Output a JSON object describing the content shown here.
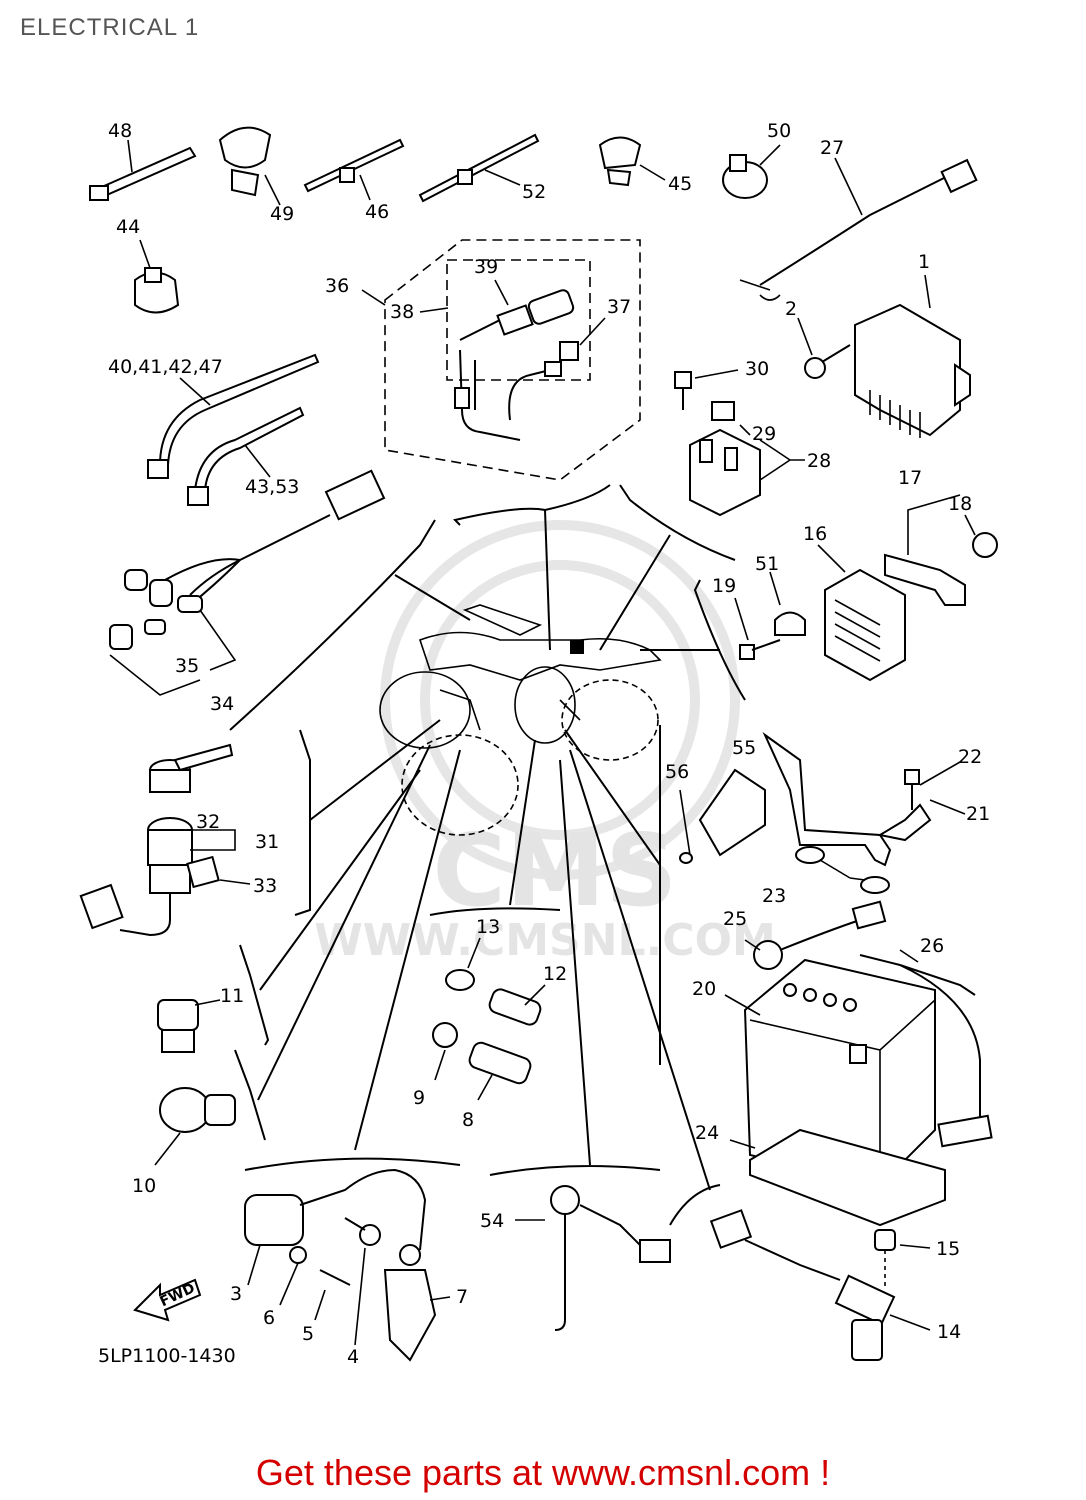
{
  "title": "ELECTRICAL 1",
  "diagram_code": "5LP1100-1430",
  "fwd_label": "FWD",
  "watermark": "WWW.CMSNL.COM",
  "watermark_logo": "CMS",
  "footer": "Get these parts at www.cmsnl.com !",
  "callouts": [
    {
      "id": "c48",
      "text": "48"
    },
    {
      "id": "c49",
      "text": "49"
    },
    {
      "id": "c46",
      "text": "46"
    },
    {
      "id": "c52",
      "text": "52"
    },
    {
      "id": "c45",
      "text": "45"
    },
    {
      "id": "c50",
      "text": "50"
    },
    {
      "id": "c27",
      "text": "27"
    },
    {
      "id": "c44",
      "text": "44"
    },
    {
      "id": "c36",
      "text": "36"
    },
    {
      "id": "c38",
      "text": "38"
    },
    {
      "id": "c39",
      "text": "39"
    },
    {
      "id": "c37",
      "text": "37"
    },
    {
      "id": "c1",
      "text": "1"
    },
    {
      "id": "c2",
      "text": "2"
    },
    {
      "id": "c40",
      "text": "40,41,42,47"
    },
    {
      "id": "c30",
      "text": "30"
    },
    {
      "id": "c29",
      "text": "29"
    },
    {
      "id": "c28",
      "text": "28"
    },
    {
      "id": "c43",
      "text": "43,53"
    },
    {
      "id": "c17",
      "text": "17"
    },
    {
      "id": "c18",
      "text": "18"
    },
    {
      "id": "c16",
      "text": "16"
    },
    {
      "id": "c51",
      "text": "51"
    },
    {
      "id": "c19",
      "text": "19"
    },
    {
      "id": "c35",
      "text": "35"
    },
    {
      "id": "c34",
      "text": "34"
    },
    {
      "id": "c55",
      "text": "55"
    },
    {
      "id": "c56",
      "text": "56"
    },
    {
      "id": "c22",
      "text": "22"
    },
    {
      "id": "c21",
      "text": "21"
    },
    {
      "id": "c32",
      "text": "32"
    },
    {
      "id": "c31",
      "text": "31"
    },
    {
      "id": "c33",
      "text": "33"
    },
    {
      "id": "c23",
      "text": "23"
    },
    {
      "id": "c13",
      "text": "13"
    },
    {
      "id": "c25",
      "text": "25"
    },
    {
      "id": "c26",
      "text": "26"
    },
    {
      "id": "c12",
      "text": "12"
    },
    {
      "id": "c11",
      "text": "11"
    },
    {
      "id": "c20",
      "text": "20"
    },
    {
      "id": "c9",
      "text": "9"
    },
    {
      "id": "c8",
      "text": "8"
    },
    {
      "id": "c10",
      "text": "10"
    },
    {
      "id": "c24",
      "text": "24"
    },
    {
      "id": "c54",
      "text": "54"
    },
    {
      "id": "c15",
      "text": "15"
    },
    {
      "id": "c3",
      "text": "3"
    },
    {
      "id": "c7",
      "text": "7"
    },
    {
      "id": "c6",
      "text": "6"
    },
    {
      "id": "c5",
      "text": "5"
    },
    {
      "id": "c4",
      "text": "4"
    },
    {
      "id": "c14",
      "text": "14"
    }
  ]
}
